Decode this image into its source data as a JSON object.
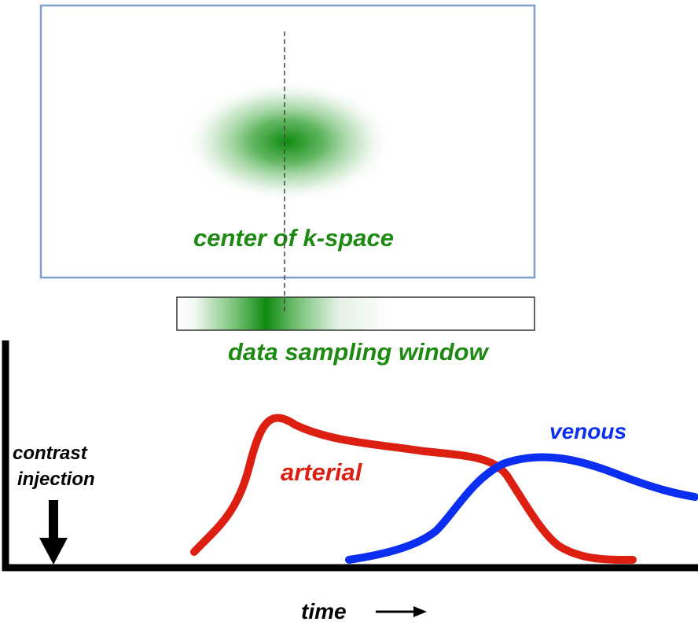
{
  "labels": {
    "kspace_center": "center of k-space",
    "sampling_window": "data sampling window",
    "arterial": "arterial",
    "venous": "venous",
    "injection_line1": "contrast",
    "injection_line2": "injection",
    "time": "time"
  },
  "colors": {
    "green": "#1e8a14",
    "arterial": "#dd1f12",
    "venous": "#0a2ff0",
    "kspace_border": "#7f9fcf",
    "axis": "#000000"
  },
  "icons": {
    "injection_marker": "down-arrow-icon",
    "time_direction": "right-arrow-icon"
  }
}
